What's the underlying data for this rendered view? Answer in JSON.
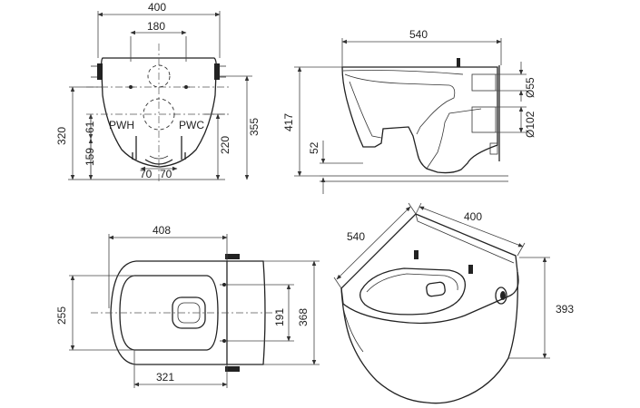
{
  "front_view": {
    "width": "400",
    "bolt_spacing": "180",
    "height_left": "320",
    "height_pipe": "61",
    "height_base": "159",
    "height_220": "220",
    "height_355": "355",
    "label_pwh": "PWH",
    "label_pwc": "PWC",
    "offset_left": "70",
    "offset_right": "70"
  },
  "side_view": {
    "length": "540",
    "height": "417",
    "drain_height": "52",
    "pipe_small": "Ø55",
    "pipe_large": "Ø102"
  },
  "top_view": {
    "length_top": "408",
    "length_bottom": "321",
    "width_total": "368",
    "width_inner": "191",
    "width_left": "255"
  },
  "iso_view": {
    "depth": "540",
    "width": "400",
    "height": "393"
  }
}
